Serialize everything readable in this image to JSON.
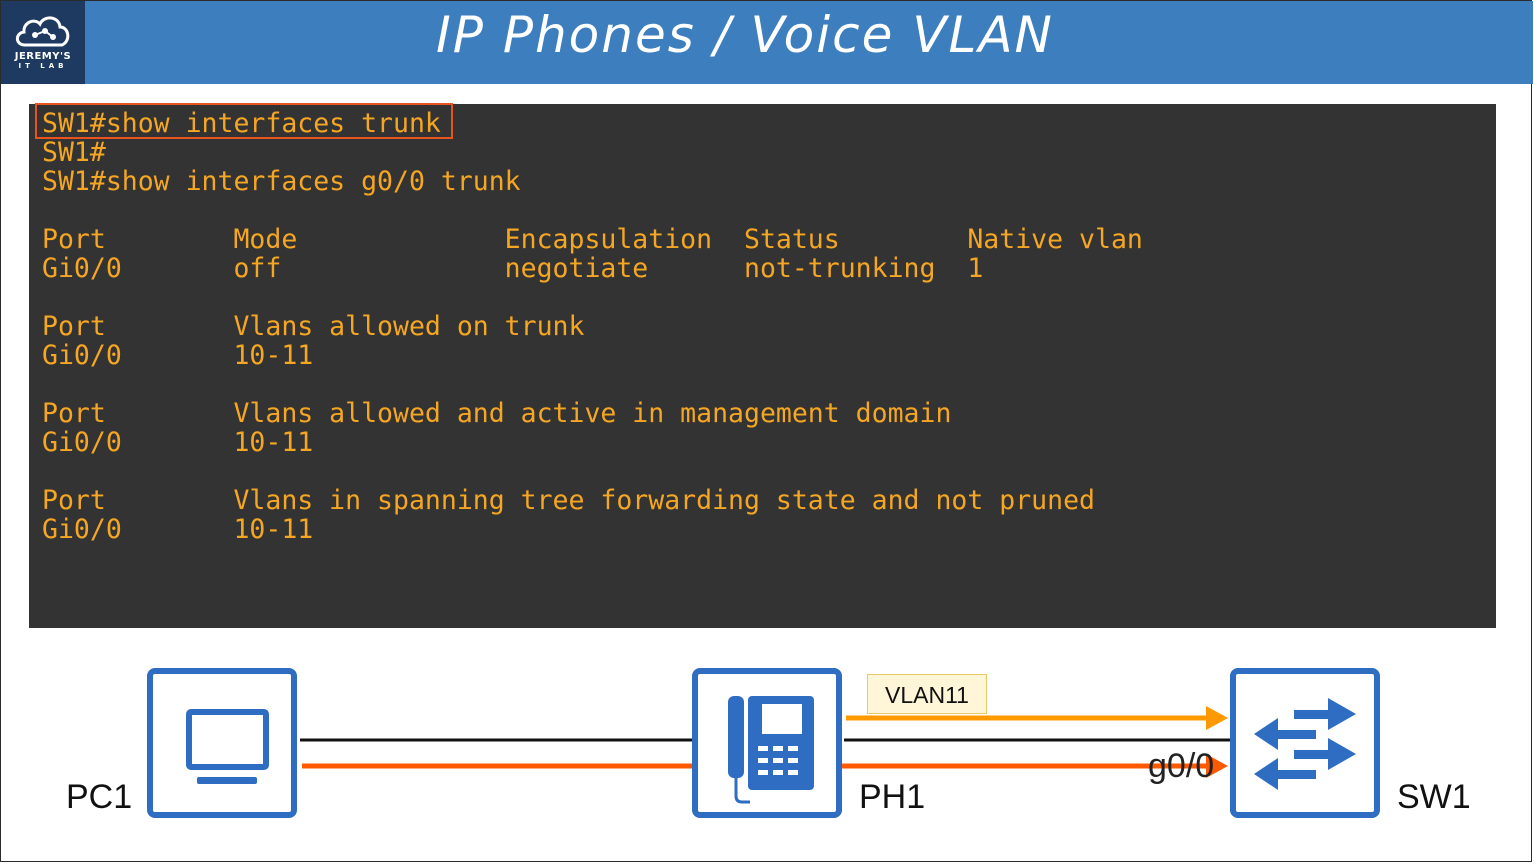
{
  "header": {
    "title": "IP Phones / Voice VLAN",
    "logo_line1": "JEREMY'S",
    "logo_line2": "IT LAB"
  },
  "terminal": {
    "lines": [
      "SW1#show interfaces trunk",
      "SW1#",
      "SW1#show interfaces g0/0 trunk",
      "",
      "Port        Mode             Encapsulation  Status        Native vlan",
      "Gi0/0       off              negotiate      not-trunking  1",
      "",
      "Port        Vlans allowed on trunk",
      "Gi0/0       10-11",
      "",
      "Port        Vlans allowed and active in management domain",
      "Gi0/0       10-11",
      "",
      "Port        Vlans in spanning tree forwarding state and not pruned",
      "Gi0/0       10-11"
    ],
    "highlighted_command": "SW1#show interfaces trunk"
  },
  "diagram": {
    "nodes": {
      "pc1": "PC1",
      "ph1": "PH1",
      "sw1": "SW1"
    },
    "vlan_label": "VLAN11",
    "interface_label": "g0/0",
    "colors": {
      "node_border": "#2e6dc1",
      "voice_arrow": "#ff9900",
      "data_arrow": "#ff5a00",
      "terminal_text": "#f5a623",
      "highlight_box": "#e8531f"
    }
  }
}
